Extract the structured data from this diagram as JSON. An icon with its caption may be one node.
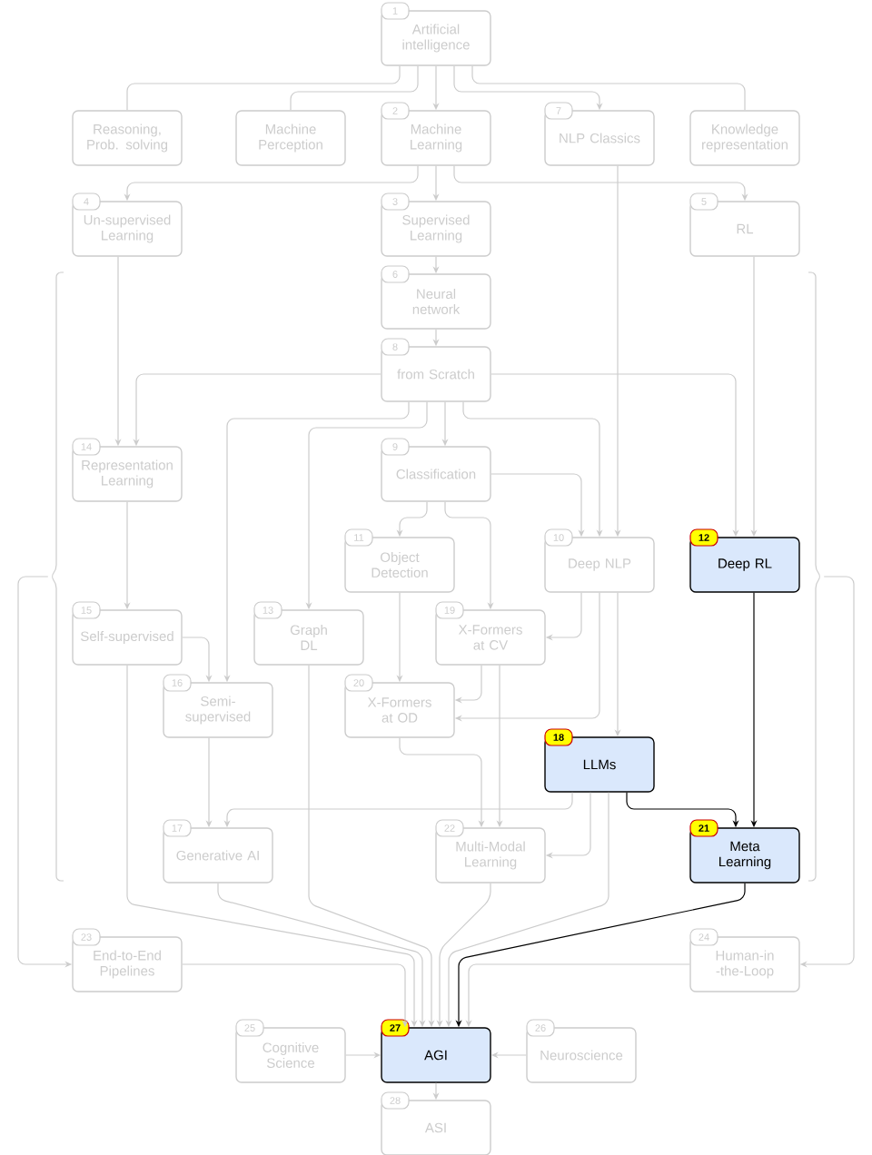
{
  "diagram": {
    "nodes": [
      {
        "text": [
          "Artificial intelligence"
        ],
        "beside": [
          "1"
        ]
      },
      {
        "text": [
          "Reasoning, Prob. solving"
        ]
      },
      {
        "text": [
          "Machine Perception"
        ]
      },
      {
        "text": [
          "Machine Learning"
        ],
        "beside": [
          "2"
        ]
      },
      {
        "text": [
          "NLP Classics"
        ],
        "beside": [
          "7"
        ]
      },
      {
        "text": [
          "Knowledge representation"
        ]
      },
      {
        "text": [
          "Un-supervised Learning"
        ],
        "beside": [
          "4"
        ]
      },
      {
        "text": [
          "Supervised Learning"
        ],
        "beside": [
          "3"
        ]
      },
      {
        "text": [
          "RL"
        ],
        "beside": [
          "5"
        ]
      },
      {
        "text": [
          "Neural network"
        ],
        "beside": [
          "6"
        ]
      },
      {
        "text": [
          "from Scratch"
        ],
        "beside": [
          "8"
        ]
      },
      {
        "text": [
          "Representation Learning"
        ],
        "beside": [
          "14"
        ]
      },
      {
        "text": [
          "Classification"
        ],
        "beside": [
          "9"
        ]
      },
      {
        "text": [
          "Object Detection"
        ],
        "beside": [
          "11"
        ]
      },
      {
        "text": [
          "Deep NLP"
        ],
        "beside": [
          "10"
        ]
      },
      {
        "text": [
          "Deep RL"
        ],
        "beside": [
          "12"
        ]
      },
      {
        "text": [
          "Self-supervised"
        ],
        "beside": [
          "15"
        ]
      },
      {
        "text": [
          "Graph DL"
        ],
        "beside": [
          "13"
        ]
      },
      {
        "text": [
          "X-Formers at CV"
        ],
        "beside": [
          "19"
        ]
      },
      {
        "text": [
          "Semi-supervised"
        ],
        "beside": [
          "16"
        ]
      },
      {
        "text": [
          "X-Formers at OD"
        ],
        "beside": [
          "20"
        ]
      },
      {
        "text": [
          "LLMs"
        ],
        "beside": [
          "18"
        ]
      },
      {
        "text": [
          "Generative AI"
        ],
        "beside": [
          "17"
        ]
      },
      {
        "text": [
          "Multi-Modal Learning"
        ],
        "beside": [
          "22"
        ]
      },
      {
        "text": [
          "Meta Learning"
        ],
        "beside": [
          "21"
        ]
      },
      {
        "text": [],
        "shape": "bracket"
      },
      {
        "text": [],
        "shape": "bracket"
      },
      {
        "text": [
          "End-to-End Pipelines"
        ],
        "beside": [
          "23"
        ]
      },
      {
        "text": [
          "Human-in -the-Loop"
        ],
        "beside": [
          "24"
        ]
      },
      {
        "text": [
          "Cognitive Science"
        ],
        "beside": [
          "25"
        ]
      },
      {
        "text": [
          "AGI"
        ],
        "beside": [
          "27"
        ]
      },
      {
        "text": [
          "Neuroscience"
        ],
        "beside": [
          "26"
        ]
      },
      {
        "text": [
          "ASI"
        ],
        "beside": [
          "28"
        ]
      }
    ],
    "edges": [
      {
        "from": 0,
        "to": 1,
        "arrow": "none"
      },
      {
        "from": 0,
        "to": 2,
        "arrow": "none"
      },
      {
        "from": 0,
        "to": 3,
        "arrow": "to"
      },
      {
        "from": 0,
        "to": 4,
        "arrow": "to"
      },
      {
        "from": 0,
        "to": 5,
        "arrow": "none"
      },
      {
        "from": 3,
        "to": 6,
        "arrow": "to"
      },
      {
        "from": 3,
        "to": 7,
        "arrow": "to"
      },
      {
        "from": 3,
        "to": 8,
        "arrow": "to"
      },
      {
        "from": 7,
        "to": 9,
        "arrow": "to"
      },
      {
        "from": 9,
        "to": 10,
        "arrow": "to"
      },
      {
        "from": 6,
        "to": 11,
        "arrow": "to"
      },
      {
        "from": 10,
        "to": 11,
        "arrow": "to"
      },
      {
        "from": 10,
        "to": 19,
        "arrow": "to"
      },
      {
        "from": 10,
        "to": 17,
        "arrow": "to"
      },
      {
        "from": 10,
        "to": 12,
        "arrow": "to"
      },
      {
        "from": 10,
        "to": 14,
        "arrow": "to"
      },
      {
        "from": 10,
        "to": 15,
        "arrow": "to"
      },
      {
        "from": 8,
        "to": 15,
        "arrow": "to"
      },
      {
        "from": 4,
        "to": 14,
        "arrow": "to"
      },
      {
        "from": 12,
        "to": 14,
        "arrow": "to"
      },
      {
        "from": 12,
        "to": 13,
        "arrow": "to"
      },
      {
        "from": 12,
        "to": 18,
        "arrow": "to"
      },
      {
        "from": 11,
        "to": 16,
        "arrow": "to"
      },
      {
        "from": 16,
        "to": 19,
        "arrow": "to"
      },
      {
        "from": 13,
        "to": 20,
        "arrow": "to"
      },
      {
        "from": 14,
        "to": 18,
        "arrow": "to"
      },
      {
        "from": 18,
        "to": 20,
        "arrow": "to"
      },
      {
        "from": 14,
        "to": 20,
        "arrow": "to"
      },
      {
        "from": 14,
        "to": 21,
        "arrow": "to"
      },
      {
        "from": 19,
        "to": 22,
        "arrow": "to"
      },
      {
        "from": 20,
        "to": 23,
        "arrow": "to"
      },
      {
        "from": 18,
        "to": 23,
        "arrow": "to"
      },
      {
        "from": 21,
        "to": 22,
        "arrow": "to"
      },
      {
        "from": 21,
        "to": 23,
        "arrow": "to"
      },
      {
        "from": 21,
        "to": 24,
        "arrow": "to",
        "color": "#000000"
      },
      {
        "from": 15,
        "to": 24,
        "arrow": "to",
        "color": "#000000"
      },
      {
        "from": 16,
        "to": 30,
        "arrow": "to"
      },
      {
        "from": 22,
        "to": 30,
        "arrow": "to"
      },
      {
        "from": 17,
        "to": 30,
        "arrow": "to"
      },
      {
        "from": 23,
        "to": 30,
        "arrow": "to"
      },
      {
        "from": 21,
        "to": 30,
        "arrow": "to"
      },
      {
        "from": 24,
        "to": 30,
        "arrow": "to",
        "color": "#000000"
      },
      {
        "from": 27,
        "to": 30,
        "arrow": "to"
      },
      {
        "from": 28,
        "to": 30,
        "arrow": "to"
      },
      {
        "from": 25,
        "to": 27,
        "arrow": "to"
      },
      {
        "from": 26,
        "to": 28,
        "arrow": "to"
      },
      {
        "from": 29,
        "to": 30,
        "arrow": "to"
      },
      {
        "from": 31,
        "to": 30,
        "arrow": "to"
      },
      {
        "from": 30,
        "to": 32,
        "arrow": "to"
      }
    ]
  }
}
